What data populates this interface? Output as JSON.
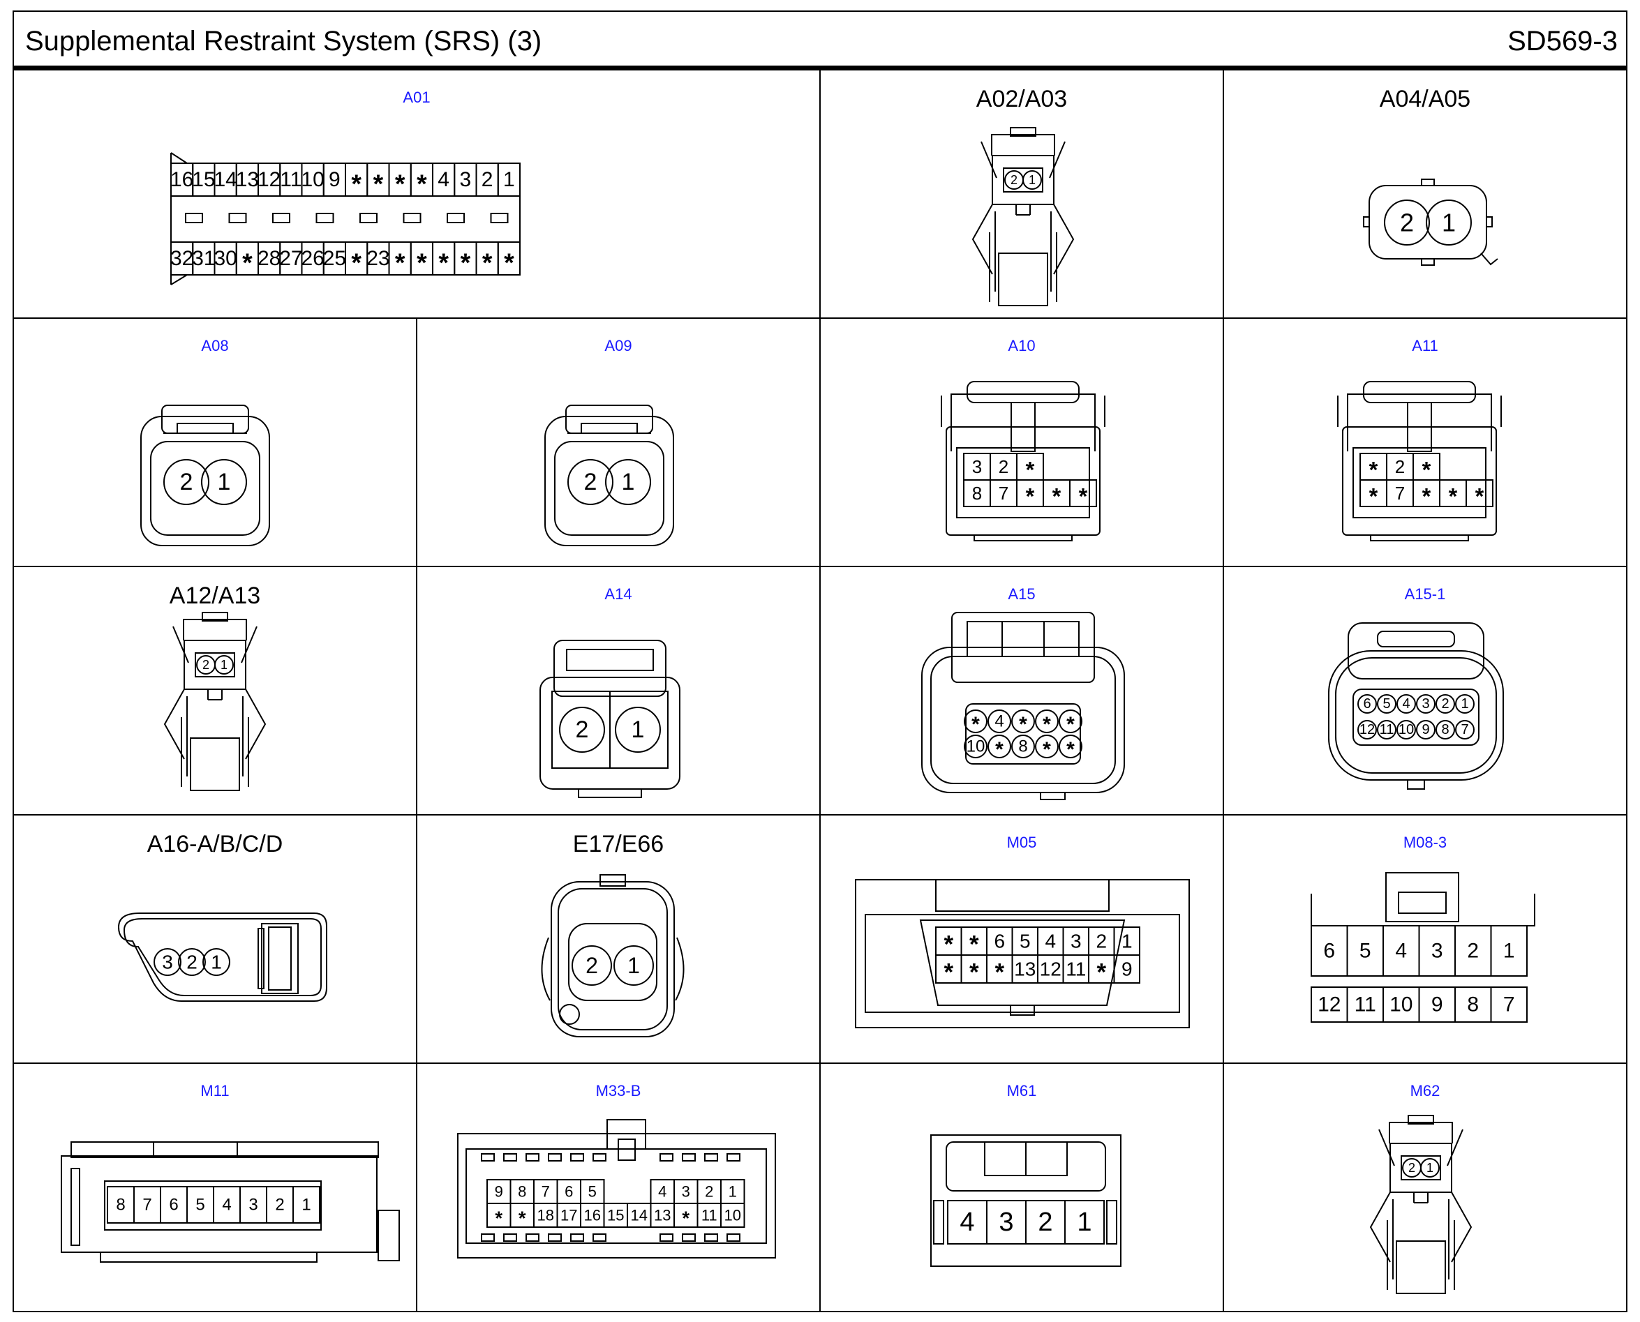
{
  "header": {
    "title": "Supplemental Restraint System (SRS) (3)",
    "code": "SD569-3"
  },
  "connectors": {
    "A01": {
      "label": "A01",
      "top": [
        "16",
        "15",
        "14",
        "13",
        "12",
        "11",
        "10",
        "9",
        "*",
        "*",
        "*",
        "*",
        "4",
        "3",
        "2",
        "1"
      ],
      "bottom": [
        "32",
        "31",
        "30",
        "*",
        "28",
        "27",
        "26",
        "25",
        "*",
        "23",
        "*",
        "*",
        "*",
        "*",
        "*",
        "*"
      ]
    },
    "A02": {
      "label": "A02/A03",
      "pins": [
        "2",
        "1"
      ]
    },
    "A04": {
      "label": "A04/A05",
      "pins": [
        "2",
        "1"
      ]
    },
    "A08": {
      "label": "A08",
      "pins": [
        "2",
        "1"
      ]
    },
    "A09": {
      "label": "A09",
      "pins": [
        "2",
        "1"
      ]
    },
    "A10": {
      "label": "A10",
      "top": [
        "3",
        "2",
        "*"
      ],
      "bottom": [
        "8",
        "7",
        "*",
        "*",
        "*"
      ]
    },
    "A11": {
      "label": "A11",
      "top": [
        "*",
        "2",
        "*"
      ],
      "bottom": [
        "*",
        "7",
        "*",
        "*",
        "*"
      ]
    },
    "A12": {
      "label": "A12/A13",
      "pins": [
        "2",
        "1"
      ]
    },
    "A14": {
      "label": "A14",
      "pins": [
        "2",
        "1"
      ]
    },
    "A15": {
      "label": "A15",
      "top": [
        "*",
        "4",
        "*",
        "*",
        "*"
      ],
      "bottom": [
        "10",
        "*",
        "8",
        "*",
        "*"
      ]
    },
    "A15_1": {
      "label": "A15-1",
      "top": [
        "6",
        "5",
        "4",
        "3",
        "2",
        "1"
      ],
      "bottom": [
        "12",
        "11",
        "10",
        "9",
        "8",
        "7"
      ]
    },
    "A16": {
      "label": "A16-A/B/C/D",
      "pins": [
        "3",
        "2",
        "1"
      ]
    },
    "E17": {
      "label": "E17/E66",
      "pins": [
        "2",
        "1"
      ]
    },
    "M05": {
      "label": "M05",
      "top": [
        "*",
        "*",
        "6",
        "5",
        "4",
        "3",
        "2",
        "1"
      ],
      "bottom": [
        "*",
        "*",
        "*",
        "13",
        "12",
        "11",
        "*",
        "9"
      ]
    },
    "M08": {
      "label": "M08-3",
      "top": [
        "6",
        "5",
        "4",
        "3",
        "2",
        "1"
      ],
      "bottom": [
        "12",
        "11",
        "10",
        "9",
        "8",
        "7"
      ]
    },
    "M11": {
      "label": "M11",
      "pins": [
        "8",
        "7",
        "6",
        "5",
        "4",
        "3",
        "2",
        "1"
      ]
    },
    "M33": {
      "label": "M33-B",
      "top": [
        "9",
        "8",
        "7",
        "6",
        "5",
        "",
        "",
        "4",
        "3",
        "2",
        "1"
      ],
      "bottom": [
        "*",
        "*",
        "18",
        "17",
        "16",
        "15",
        "14",
        "13",
        "*",
        "11",
        "10"
      ]
    },
    "M61": {
      "label": "M61",
      "pins": [
        "4",
        "3",
        "2",
        "1"
      ]
    },
    "M62": {
      "label": "M62",
      "pins": [
        "2",
        "1"
      ]
    }
  }
}
